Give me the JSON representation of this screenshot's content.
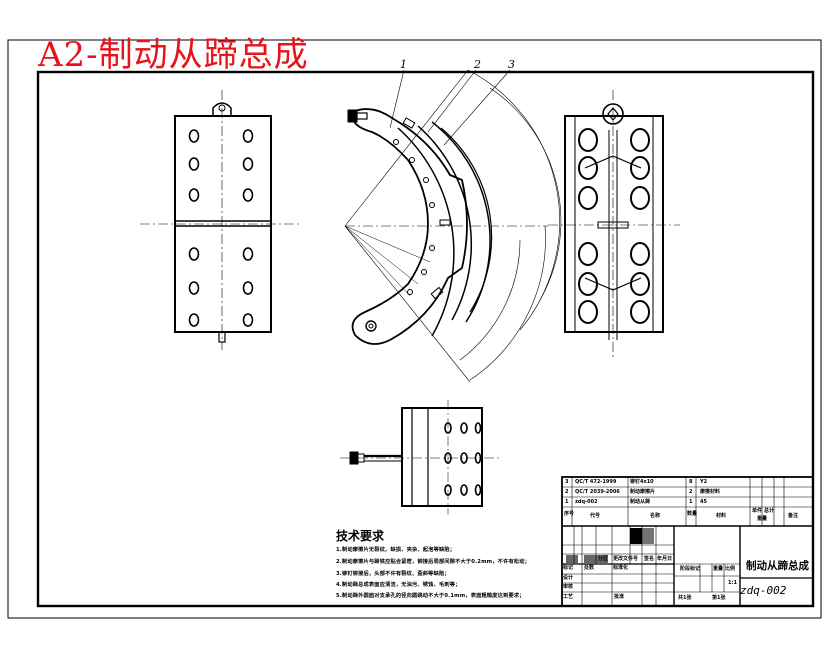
{
  "header": {
    "title": "A2-制动从蹄总成"
  },
  "part_labels": [
    "1",
    "2",
    "3"
  ],
  "technical_requirements": {
    "title": "技术要求",
    "items": [
      "1.制动摩擦片无裂纹、缺损、夹杂、起泡等缺陷；",
      "2.制动摩擦片与蹄铁应贴合紧密，铆接后局部间隙不大于0.2mm，不许有松动；",
      "3.铆钉铆接后，头部不许有裂纹、歪斜等缺陷；",
      "4.制动蹄总成表面应清洁，无油污、锈蚀、毛刺等；",
      "5.制动蹄外圆面对支承孔的径向圆跳动不大于0.1mm，表面粗糙度达到要求；"
    ]
  },
  "title_block": {
    "drawing_name": "制动从蹄总成",
    "drawing_code": "zdq-002",
    "scale": "1:1",
    "rows": [
      {
        "code": "QC/T 472-1999",
        "name": "铆钉4x10",
        "qty": "8",
        "note": "Y2"
      },
      {
        "code": "QC/T 2039-2006",
        "name": "制动摩擦片",
        "qty": "2",
        "note": "摩擦材料"
      },
      {
        "code": "zdq-002",
        "name": "制动从蹄",
        "qty": "1",
        "note": "45"
      }
    ],
    "header_labels": {
      "seq": "序号",
      "code": "代号",
      "name": "名称",
      "qty": "数量",
      "material": "材料",
      "single": "单件",
      "total": "总计",
      "weight": "重量",
      "remark": "备注"
    },
    "sign_labels": {
      "mark": "标记",
      "count": "处数",
      "zone": "分区",
      "doc": "更改文件号",
      "sign": "签名",
      "date": "年月日",
      "design": "设计",
      "standard": "标准化",
      "review": "审核",
      "process": "工艺",
      "approve": "批准",
      "stage": "阶段标记",
      "weight": "重量",
      "scale": "比例",
      "sheets": "共1张",
      "sheet": "第1张"
    }
  }
}
